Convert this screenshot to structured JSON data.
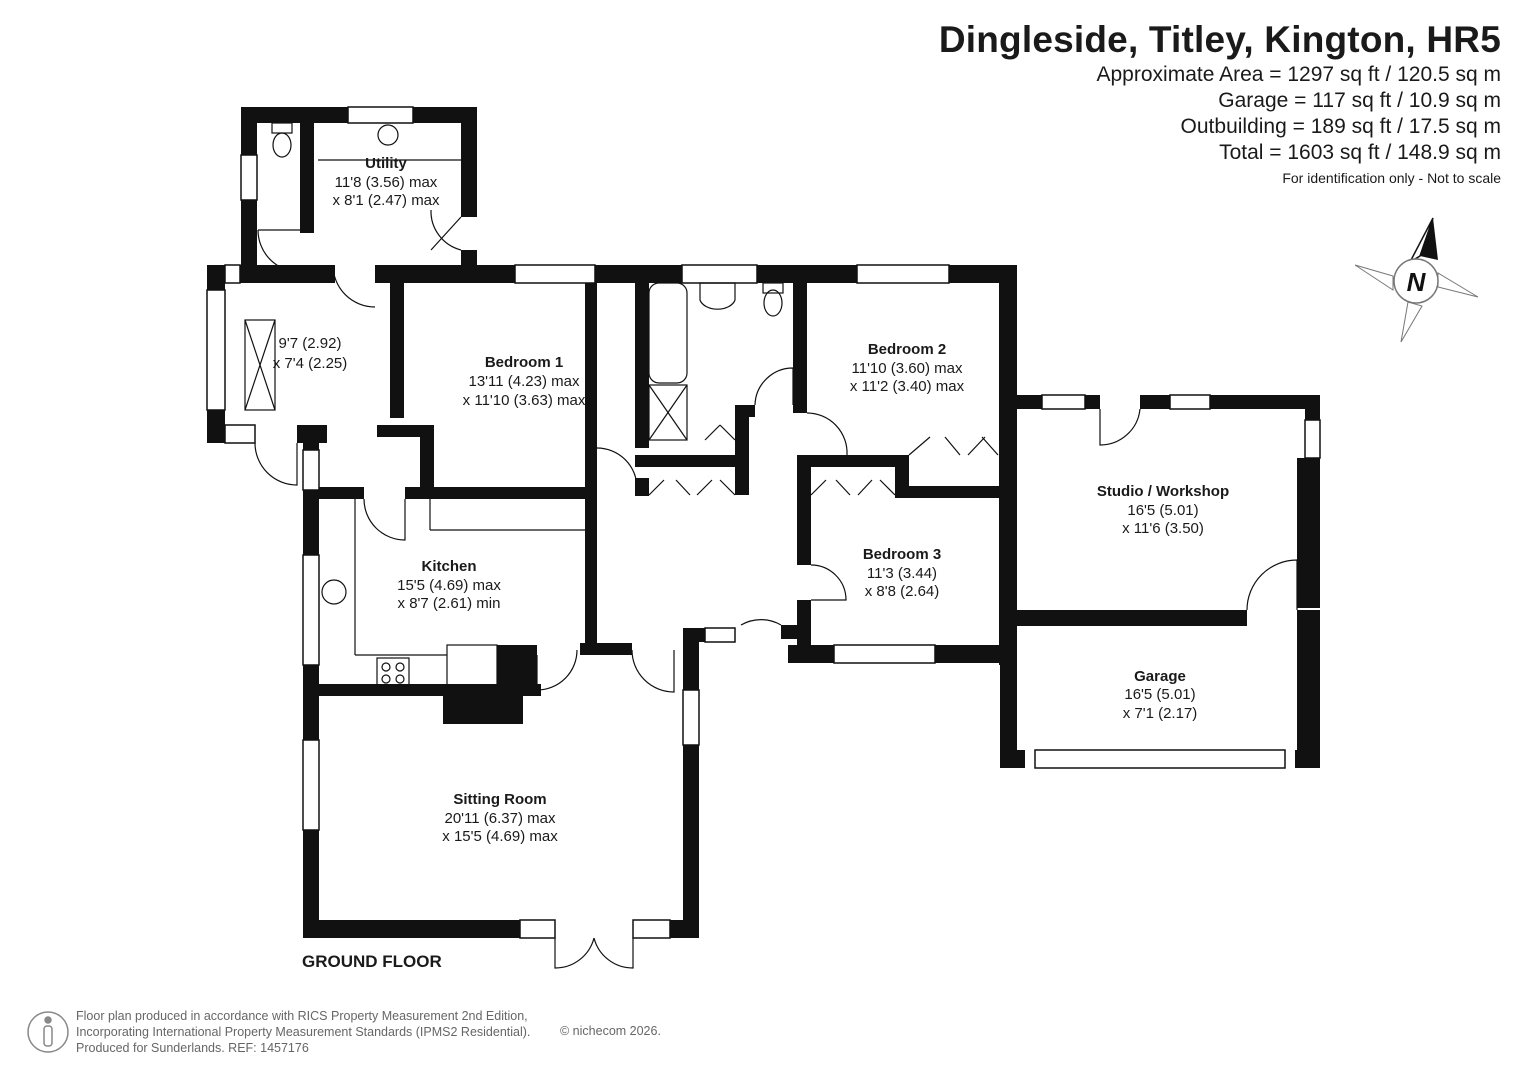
{
  "header": {
    "title": "Dingleside, Titley, Kington, HR5",
    "areas": [
      "Approximate Area = 1297 sq ft / 120.5 sq m",
      "Garage = 117 sq ft / 10.9 sq m",
      "Outbuilding = 189 sq ft / 17.5 sq m",
      "Total = 1603 sq ft / 148.9 sq m"
    ],
    "note": "For identification only - Not to scale"
  },
  "compass": {
    "label": "N"
  },
  "rooms": {
    "utility": {
      "name": "Utility",
      "dim1": "11'8 (3.56) max",
      "dim2": "x 8'1 (2.47) max"
    },
    "entrance": {
      "dim1": "9'7 (2.92)",
      "dim2": "x 7'4 (2.25)"
    },
    "bedroom1": {
      "name": "Bedroom 1",
      "dim1": "13'11 (4.23) max",
      "dim2": "x 11'10 (3.63) max"
    },
    "bedroom2": {
      "name": "Bedroom 2",
      "dim1": "11'10 (3.60) max",
      "dim2": "x 11'2 (3.40) max"
    },
    "bedroom3": {
      "name": "Bedroom 3",
      "dim1": "11'3 (3.44)",
      "dim2": "x 8'8 (2.64)"
    },
    "kitchen": {
      "name": "Kitchen",
      "dim1": "15'5 (4.69) max",
      "dim2": "x 8'7 (2.61) min"
    },
    "sitting": {
      "name": "Sitting Room",
      "dim1": "20'11 (6.37) max",
      "dim2": "x 15'5 (4.69) max"
    },
    "studio": {
      "name": "Studio / Workshop",
      "dim1": "16'5 (5.01)",
      "dim2": "x 11'6 (3.50)"
    },
    "garage": {
      "name": "Garage",
      "dim1": "16'5 (5.01)",
      "dim2": "x 7'1 (2.17)"
    }
  },
  "floor_label": "GROUND FLOOR",
  "footer": {
    "line1": "Floor plan produced in accordance with RICS Property Measurement 2nd Edition,",
    "line2": "Incorporating International Property Measurement Standards (IPMS2 Residential).",
    "line3": "Produced for Sunderlands.   REF: 1457176",
    "copyright": "© nichecom 2026."
  }
}
